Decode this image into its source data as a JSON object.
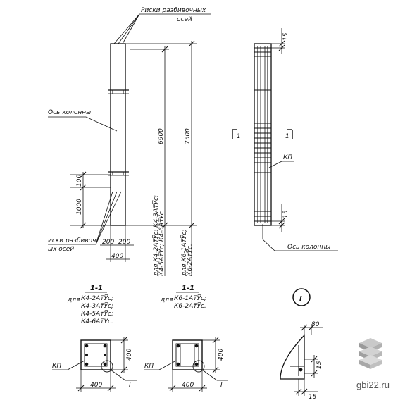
{
  "labels": {
    "axis_marks_top_l1": "Риски разбивочных",
    "axis_marks_top_l2": "осей",
    "column_axis_left": "Ось колонны",
    "axis_marks_bottom_l1": "иски разбивоч",
    "axis_marks_bottom_l2": "ых осей",
    "column_axis_right": "Ось колонны",
    "kp_right": "КП",
    "section_left": "1-1",
    "section_right": "1-1",
    "section_left_for": "для",
    "section_right_for": "для",
    "section_left_list": [
      "К4-2Ат̅У̅с;",
      "К4-3Ат̅У̅с;",
      "К4-5Ат̅У̅с;",
      "К4-6Ат̅У̅с."
    ],
    "section_right_list": [
      "К6-1Ат̅У̅с;",
      "К6-2Ат̅У̅с."
    ],
    "kp_bottom_left": "КП",
    "kp_bottom_right": "КП",
    "node_ref_left": "I",
    "node_ref_right": "I",
    "detail_circle": "I",
    "cut_mark_left": "1",
    "cut_mark_right": "1"
  },
  "dimensions": {
    "height_6900": "6900",
    "height_7500": "7500",
    "d_100": "100",
    "d_1000": "1000",
    "d_200_left": "200",
    "d_200_right": "200",
    "d_400_base": "400",
    "d_15_top": "15",
    "d_15_bottom": "15",
    "rot_left_1": "для К4-2Ат̅У̅с; К4-3Ат̅У̅с;",
    "rot_left_2": "К4-5Ат̅У̅с; К4-6Ат̅У̅с",
    "rot_right_1": "для К6-1Ат̅У̅с;",
    "rot_right_2": "К6-2Ат̅У̅с.",
    "sec_left_w": "400",
    "sec_left_h": "400",
    "sec_right_w": "400",
    "sec_right_h": "400",
    "det_80": "80",
    "det_15_side": "15",
    "det_15_bottom": "15"
  },
  "watermark": "gbi22.ru"
}
